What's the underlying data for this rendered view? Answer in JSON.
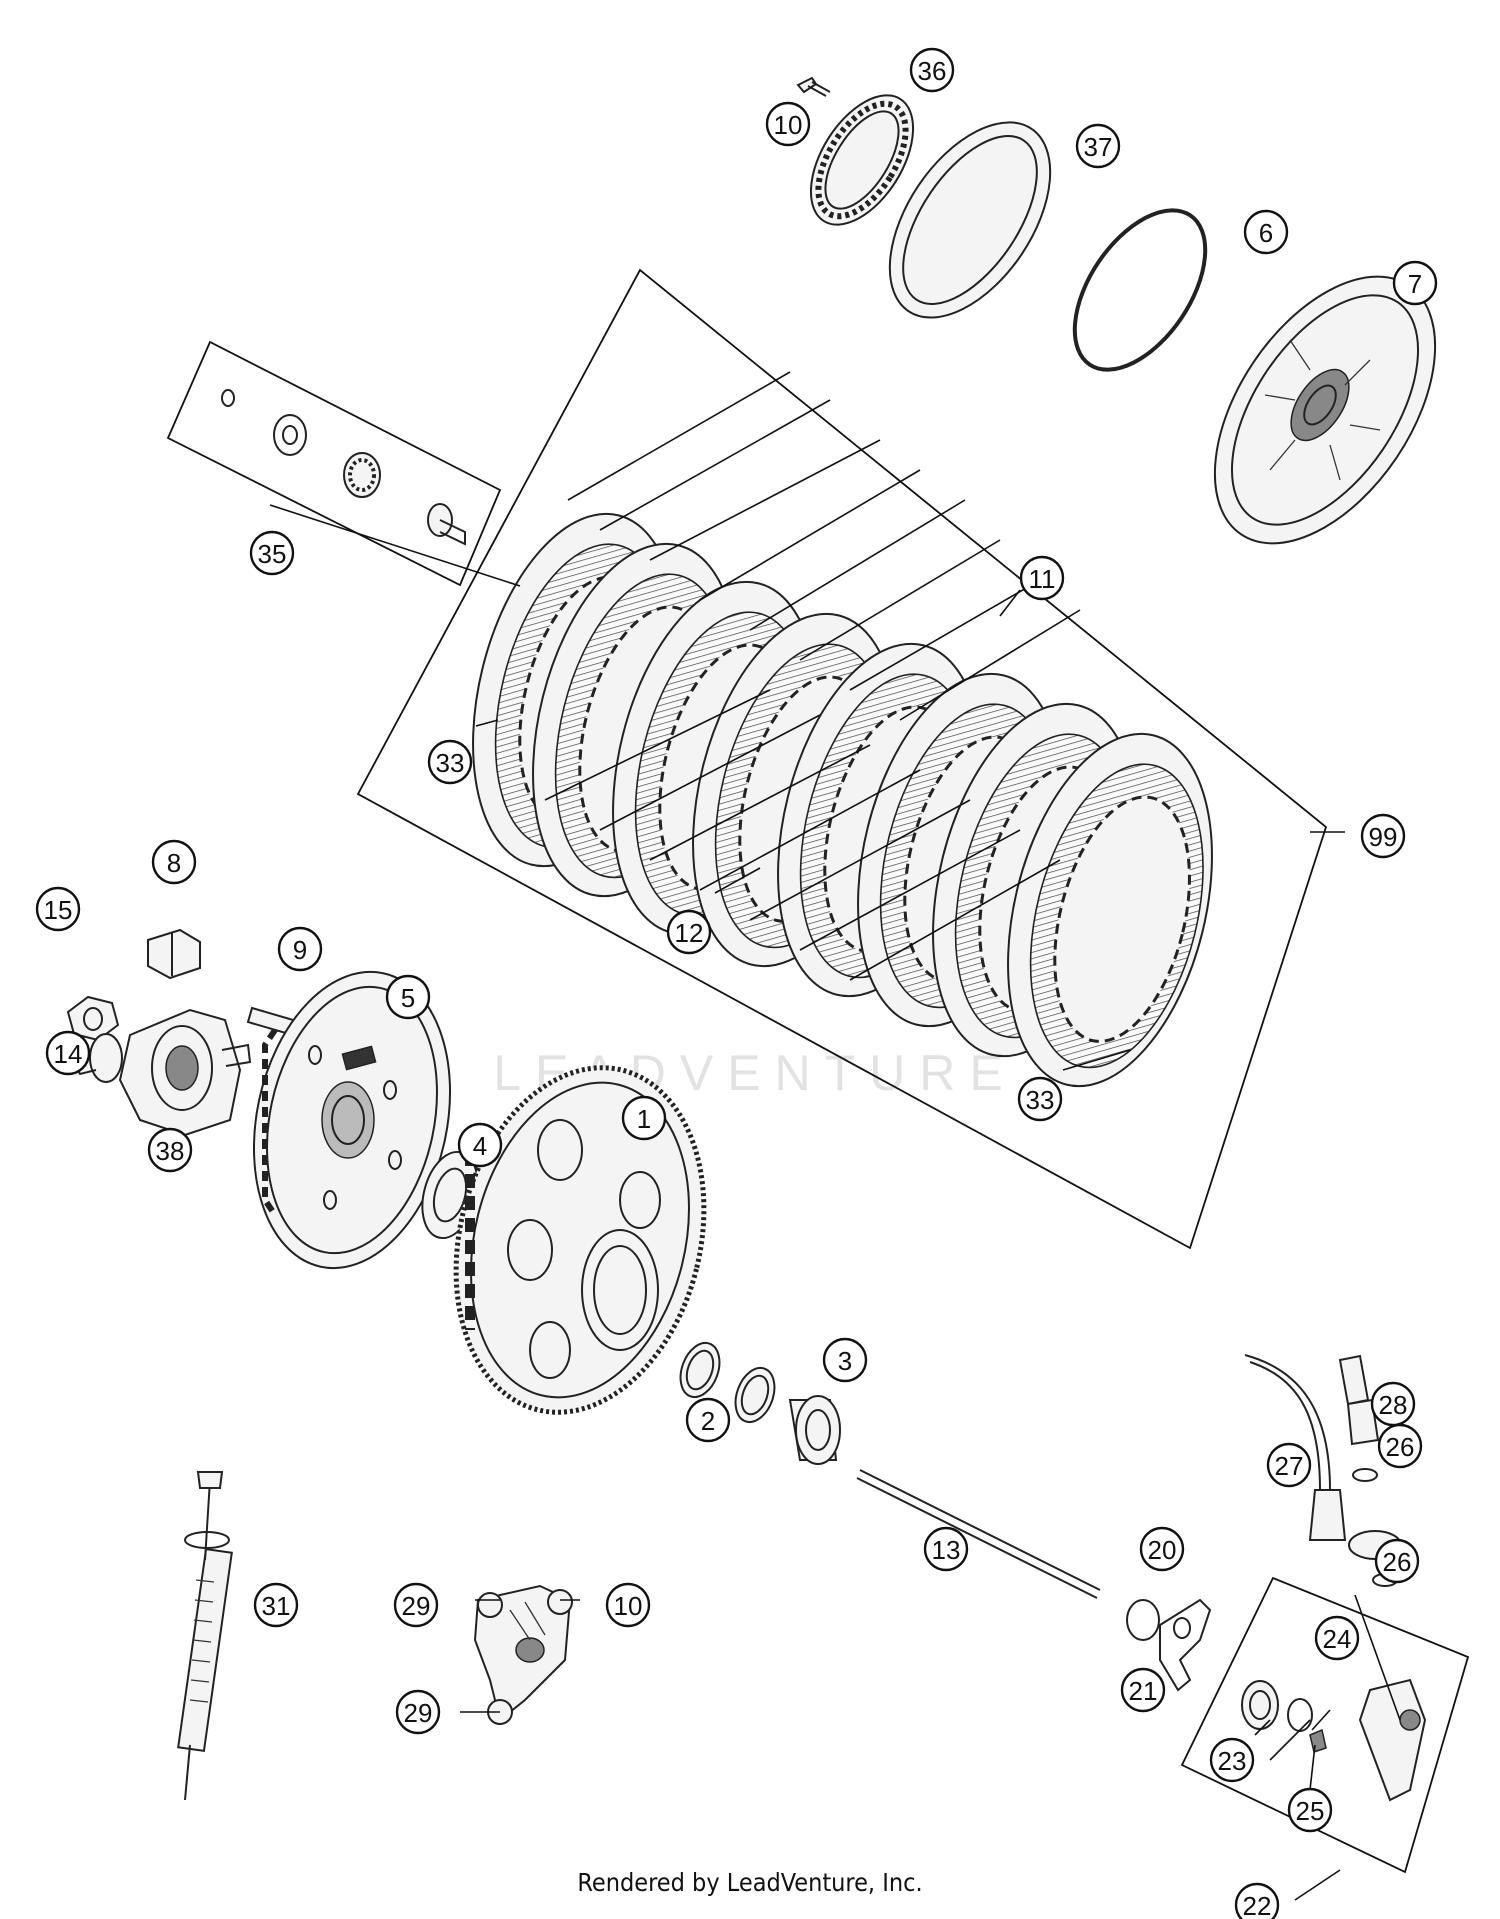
{
  "watermark": "LEADVENTURE",
  "footer": "Rendered by LeadVenture, Inc.",
  "callouts": [
    "36",
    "10",
    "37",
    "6",
    "7",
    "35",
    "11",
    "33",
    "99",
    "8",
    "15",
    "9",
    "5",
    "12",
    "14",
    "38",
    "33",
    "4",
    "1",
    "3",
    "28",
    "2",
    "26",
    "27",
    "20",
    "13",
    "26",
    "31",
    "29",
    "10",
    "24",
    "21",
    "29",
    "23",
    "25",
    "22"
  ]
}
